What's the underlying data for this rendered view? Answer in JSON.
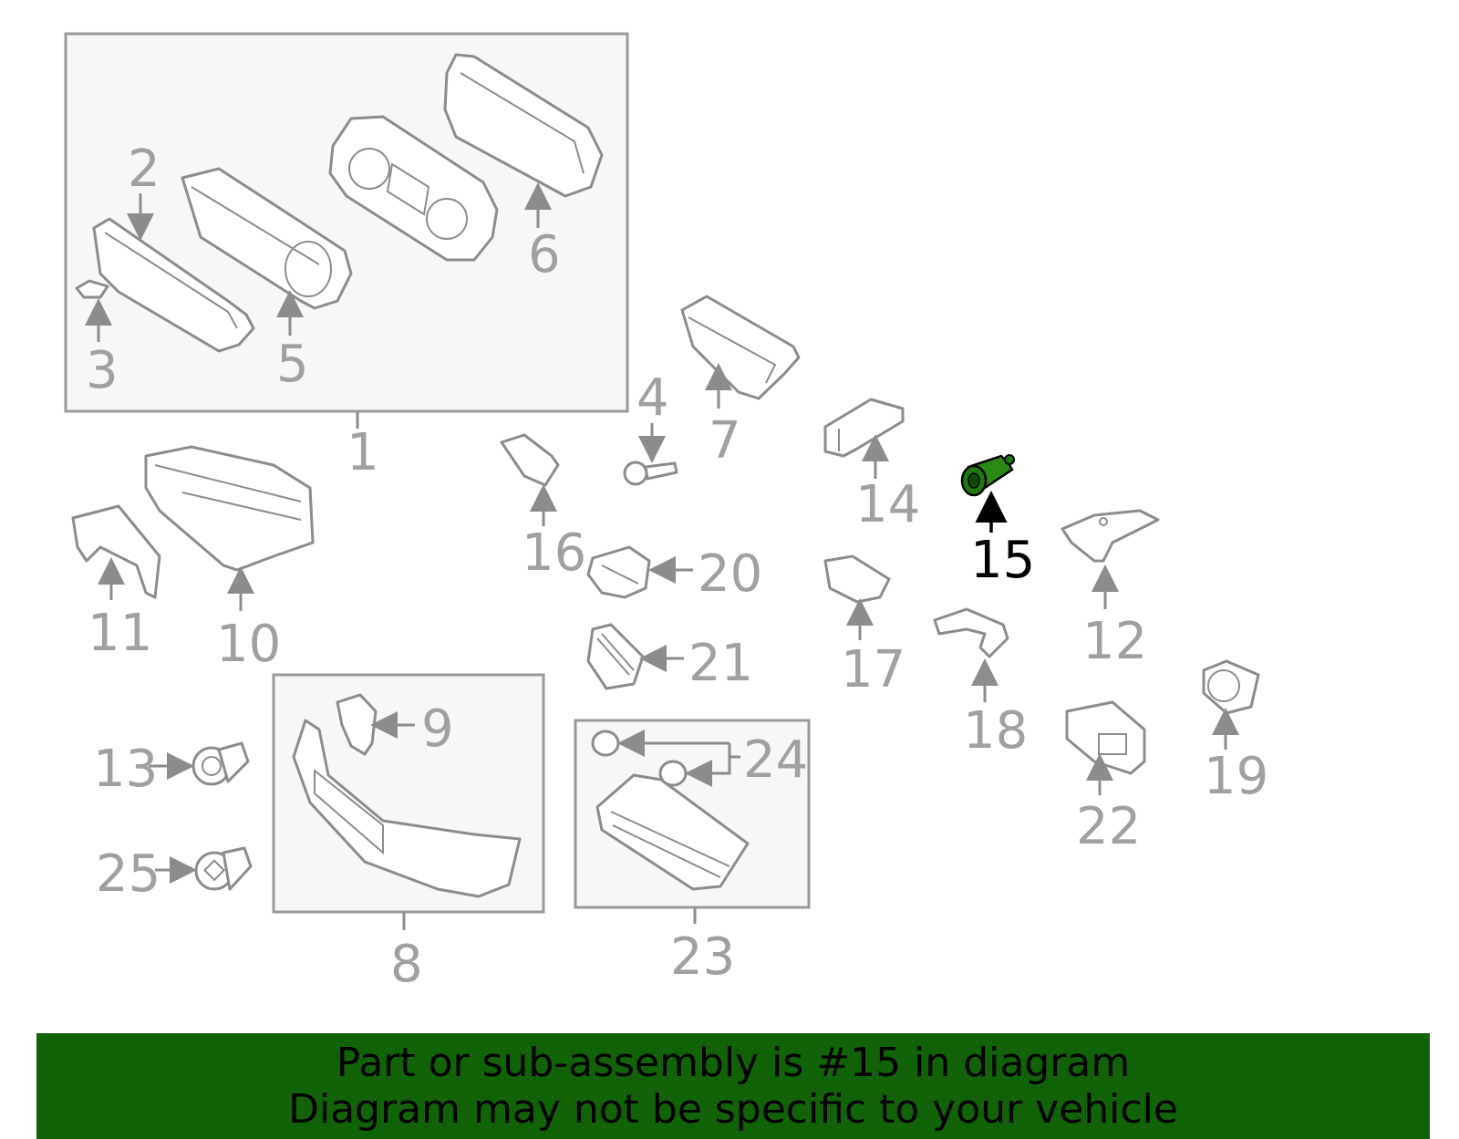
{
  "callouts": {
    "c1": "1",
    "c2": "2",
    "c3": "3",
    "c4": "4",
    "c5": "5",
    "c6": "6",
    "c7": "7",
    "c8": "8",
    "c9": "9",
    "c10": "10",
    "c11": "11",
    "c12": "12",
    "c13": "13",
    "c14": "14",
    "c15": "15",
    "c16": "16",
    "c17": "17",
    "c18": "18",
    "c19": "19",
    "c20": "20",
    "c21": "21",
    "c22": "22",
    "c23": "23",
    "c24": "24",
    "c25": "25"
  },
  "highlighted_part": "15",
  "banner": {
    "line1": "Part or sub-assembly is #15 in diagram",
    "line2": "Diagram may not be specific to your vehicle"
  },
  "colors": {
    "banner_bg": "#126307",
    "highlight_part": "#1d7a0c",
    "part_stroke": "#8c8c8c",
    "callout_text": "#a0a0a0"
  },
  "icons": {
    "cluster_group": "instrument-cluster-assembly-drawing",
    "highlighted_part": "socket-part-drawing"
  }
}
